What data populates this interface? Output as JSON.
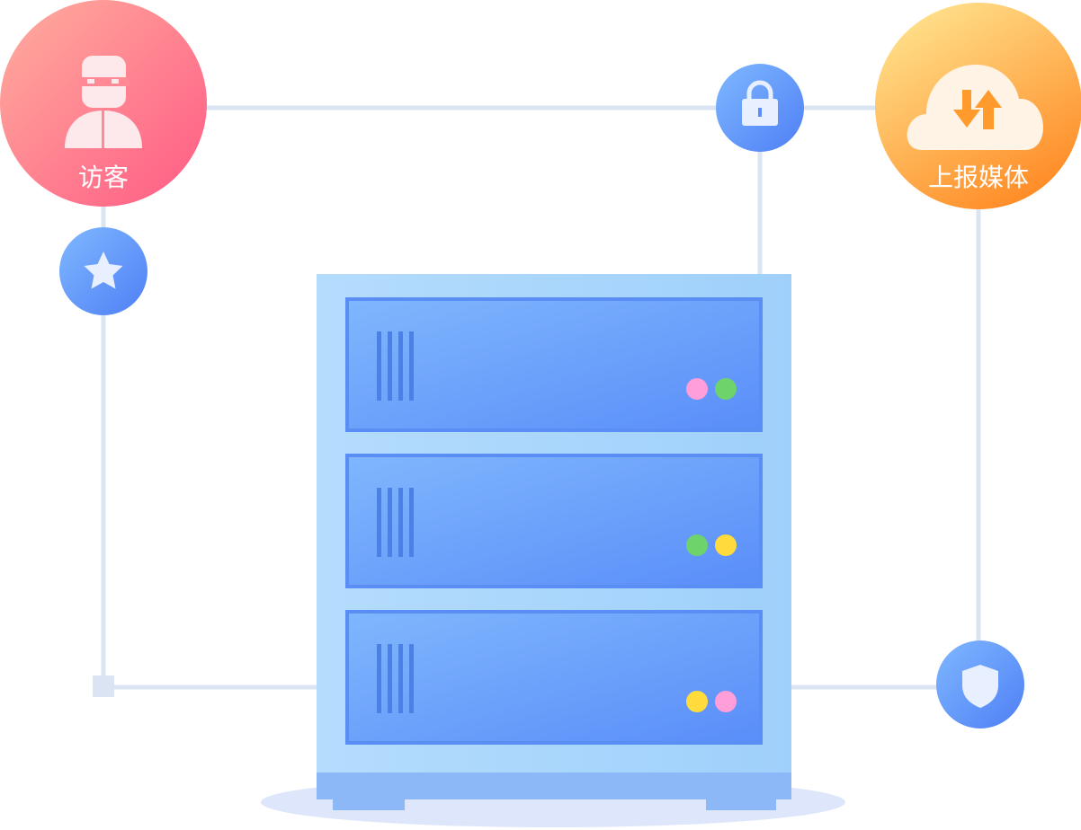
{
  "nodes": {
    "visitor": {
      "label": "访客",
      "icon": "visitor-icon",
      "colors": [
        "#ffa99c",
        "#ff5c84"
      ]
    },
    "media": {
      "label": "上报媒体",
      "icon": "cloud-upload-download-icon",
      "colors": [
        "#ffe08c",
        "#ff8a22"
      ]
    },
    "lock": {
      "icon": "lock-icon"
    },
    "star": {
      "icon": "star-icon"
    },
    "shield": {
      "icon": "shield-icon"
    }
  },
  "server": {
    "bays": 3,
    "led_colors": [
      [
        "#ff9ed8",
        "#6fd36c"
      ],
      [
        "#6fd36c",
        "#ffdc3c"
      ],
      [
        "#ffdc3c",
        "#ff9ed8"
      ]
    ]
  }
}
